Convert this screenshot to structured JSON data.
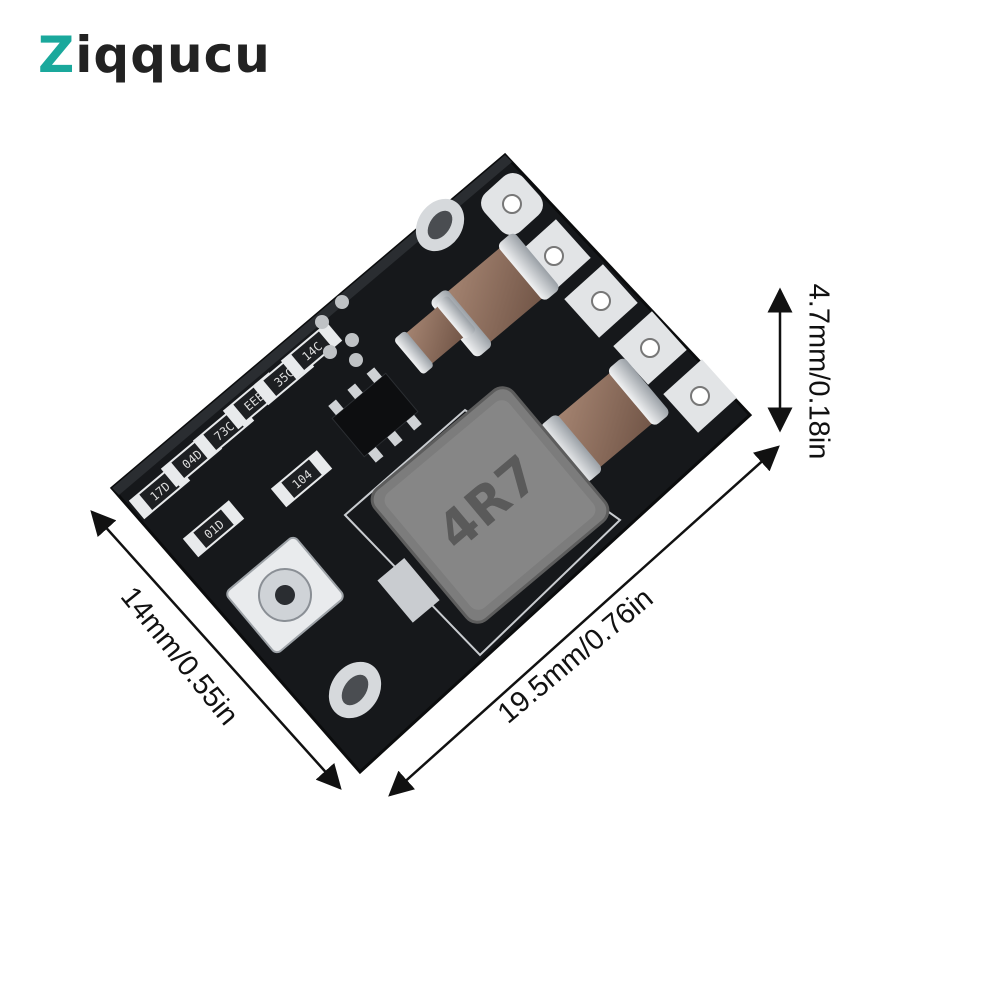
{
  "brand": {
    "first": "Z",
    "rest": "iqqucu"
  },
  "dimensions": {
    "width": "14mm/0.55in",
    "length": "19.5mm/0.76in",
    "height": "4.7mm/0.18in"
  },
  "board": {
    "inductor_marking": "4R7",
    "resistor_markings": [
      "17D",
      "04D",
      "73C",
      "EEE",
      "35C",
      "14C"
    ],
    "small_markings": [
      "01D",
      "104"
    ]
  },
  "colors": {
    "pcb": "#16181b",
    "inductor": "#7c7c7c",
    "capacitor": "#8a6a58",
    "pad": "#d9dcdf",
    "logo_accent": "#1aa89c"
  }
}
